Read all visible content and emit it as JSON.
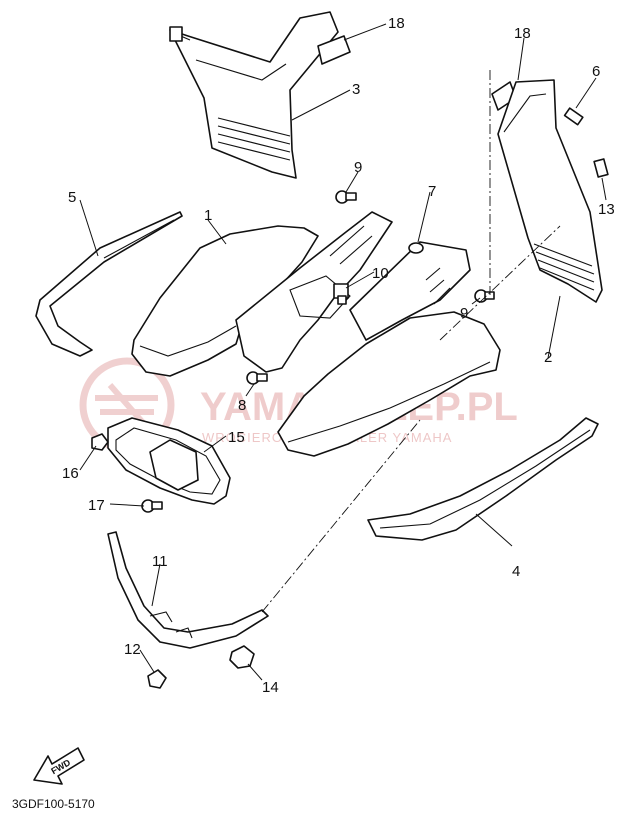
{
  "diagram": {
    "callouts": [
      "1",
      "2",
      "3",
      "4",
      "5",
      "6",
      "7",
      "8",
      "9",
      "9",
      "10",
      "11",
      "12",
      "13",
      "14",
      "15",
      "16",
      "17",
      "18",
      "18"
    ],
    "drawing_code": "3GDF100-5170",
    "fwd_label": "FWD",
    "watermark": {
      "title": "YAMA-SKLEP.PL",
      "subtitle": "WROCIEROWICKI DEALER YAMAHA"
    },
    "colors": {
      "ink": "#111111",
      "watermark": "#e3a3a3",
      "background": "#ffffff"
    }
  }
}
